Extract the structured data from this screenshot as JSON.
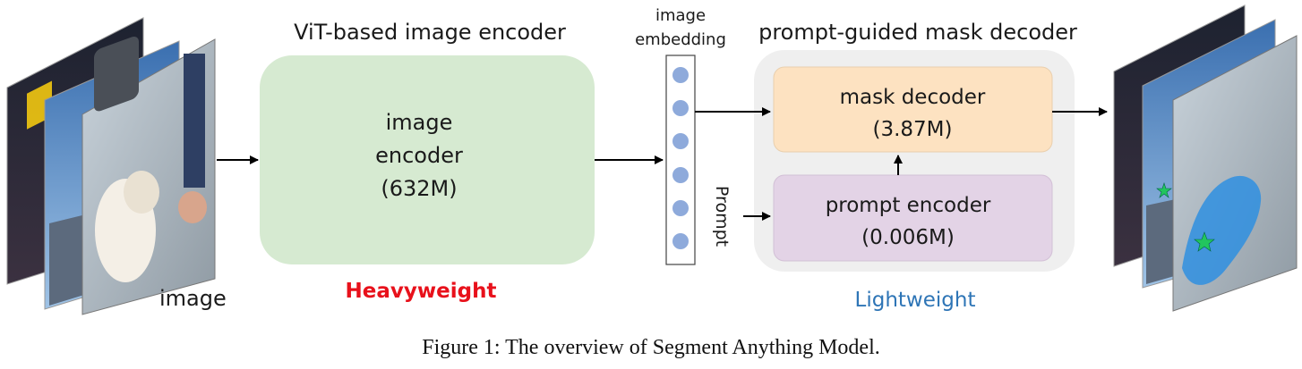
{
  "input": {
    "label": "image"
  },
  "encoder": {
    "title": "ViT-based image encoder",
    "line1": "image",
    "line2": "encoder",
    "params": "(632M)",
    "tag": "Heavyweight",
    "tag_color": "#e8111b",
    "fill_color": "#d6ead1"
  },
  "embedding": {
    "label_line1": "image",
    "label_line2": "embedding",
    "dot_color": "#8eaadb",
    "dot_count": 6
  },
  "prompt_input": {
    "label": "Prompt"
  },
  "decoder_group": {
    "title": "prompt-guided mask decoder",
    "tag": "Lightweight",
    "tag_color": "#2e75b6",
    "bg_color": "#efefef"
  },
  "mask_decoder": {
    "line1": "mask decoder",
    "params": "(3.87M)",
    "fill_color": "#fde2c1"
  },
  "prompt_encoder": {
    "line1": "prompt encoder",
    "params": "(0.006M)",
    "fill_color": "#e3d3e6"
  },
  "caption": "Figure 1: The overview of Segment Anything Model."
}
